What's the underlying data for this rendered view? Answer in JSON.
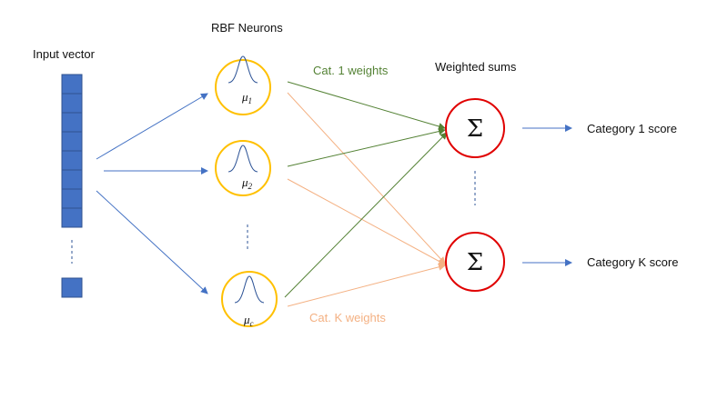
{
  "labels": {
    "input_vector": "Input vector",
    "rbf_neurons": "RBF Neurons",
    "weighted_sums": "Weighted sums",
    "cat1_weights": "Cat. 1 weights",
    "catk_weights": "Cat. K weights",
    "category1_score": "Category 1 score",
    "categoryk_score": "Category K score"
  },
  "neurons": [
    {
      "mu": "μ",
      "sub": "1"
    },
    {
      "mu": "μ",
      "sub": "2"
    },
    {
      "mu": "μ",
      "sub": "c"
    }
  ],
  "sum_symbol": "Σ",
  "colors": {
    "input_fill": "#4472c4",
    "input_stroke": "#2f528f",
    "input_arrow": "#4472c4",
    "neuron_stroke": "#ffc000",
    "curve": "#2f5597",
    "sum_stroke": "#e00000",
    "cat1_line": "#548235",
    "catk_line": "#f4b183",
    "cat1_text": "#548235",
    "catk_text": "#f4b183",
    "dashed": "#2f5597"
  }
}
